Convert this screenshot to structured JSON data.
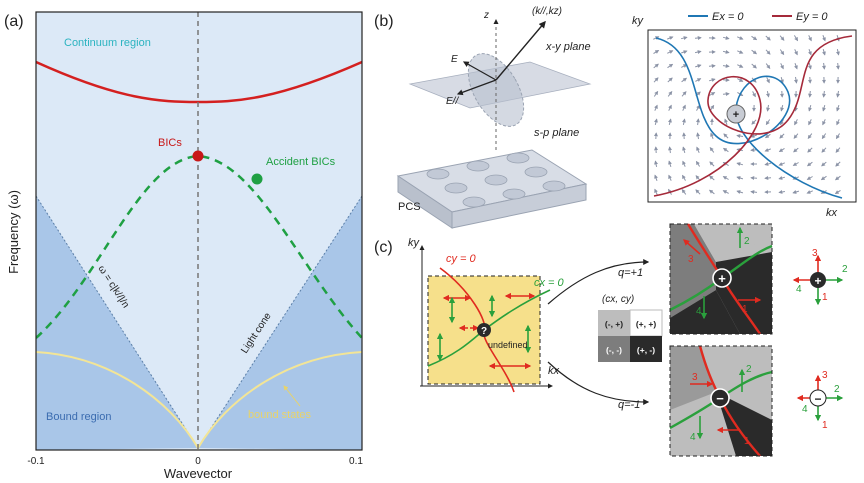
{
  "panel_a": {
    "panel_label": "(a)",
    "continuum_region": "Continuum region",
    "bics": "BICs",
    "accident_bics": "Accident BICs",
    "light_line": "ω = c|k//|/n",
    "light_cone": "Light cone",
    "bound_region": "Bound region",
    "bound_states": "bound states",
    "ylabel": "Frequency (ω)",
    "xlabel": "Wavevector",
    "xticks": [
      "-0.1",
      "0",
      "0.1"
    ],
    "colors": {
      "sky": "#dce9f7",
      "bound": "#a9c6e8",
      "band_red": "#d42020",
      "bic_green": "#1fa043",
      "bound_yellow": "#f3e596"
    }
  },
  "panel_b": {
    "panel_label": "(b)",
    "z": "z",
    "k_axis": "(k//,kz)",
    "E": "E",
    "E_par": "E//",
    "xy_plane": "x-y plane",
    "sp_plane": "s-p plane",
    "pcs": "PCS",
    "ky": "ky",
    "kx": "kx",
    "legend": [
      "Ex = 0",
      "Ey = 0"
    ],
    "plus": "+",
    "colors": {
      "ex0": "#1f77b4",
      "ey0": "#a52a3a",
      "arrows": "#8b93a6"
    }
  },
  "panel_c": {
    "panel_label": "(c)",
    "ky": "ky",
    "kx": "kx",
    "cy0": "cy = 0",
    "cx0": "cx = 0",
    "question": "?",
    "undefined": "undefined",
    "q_plus": "q=+1",
    "q_minus": "q=-1",
    "cxcy": "(cx, cy)",
    "grid_cells": [
      "(-, +)",
      "(+, +)",
      "(-, -)",
      "(+, -)"
    ],
    "numbers": [
      "1",
      "2",
      "3",
      "4"
    ],
    "plus": "+",
    "minus": "−",
    "colors": {
      "yellow": "#f6e08b",
      "dark": "#2a2a2a",
      "mid": "#7d7d7d",
      "light": "#bdbdbd",
      "red": "#e02b20",
      "green": "#2aa03c"
    }
  }
}
